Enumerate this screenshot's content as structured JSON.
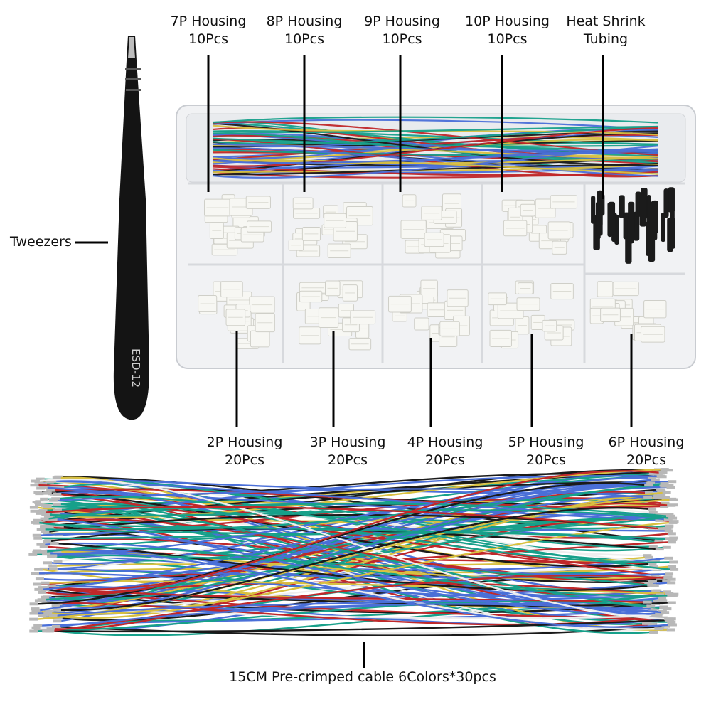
{
  "palette": {
    "wire_blue": "#4a6fd8",
    "wire_green": "#17a08a",
    "wire_black": "#1a1a1a",
    "wire_red": "#c0282a",
    "wire_yellow": "#d8c040",
    "wire_white": "#eeeeee",
    "housing": "#f7f7f3",
    "tubing": "#1b1b1b",
    "tweezers": "#141414",
    "leader": "#000000"
  },
  "tweezers": {
    "marking": "ESD-12"
  },
  "labels": {
    "tweezers": "Tweezers",
    "top": [
      {
        "line1": "7P Housing",
        "line2": "10Pcs"
      },
      {
        "line1": "8P Housing",
        "line2": "10Pcs"
      },
      {
        "line1": "9P Housing",
        "line2": "10Pcs"
      },
      {
        "line1": "10P Housing",
        "line2": "10Pcs"
      },
      {
        "line1": "Heat Shrink",
        "line2": "Tubing"
      }
    ],
    "bottom": [
      {
        "line1": "2P Housing",
        "line2": "20Pcs"
      },
      {
        "line1": "3P Housing",
        "line2": "20Pcs"
      },
      {
        "line1": "4P Housing",
        "line2": "20Pcs"
      },
      {
        "line1": "5P Housing",
        "line2": "20Pcs"
      },
      {
        "line1": "6P Housing",
        "line2": "20Pcs"
      }
    ],
    "cable": "15CM Pre-crimped cable 6Colors*30pcs"
  }
}
